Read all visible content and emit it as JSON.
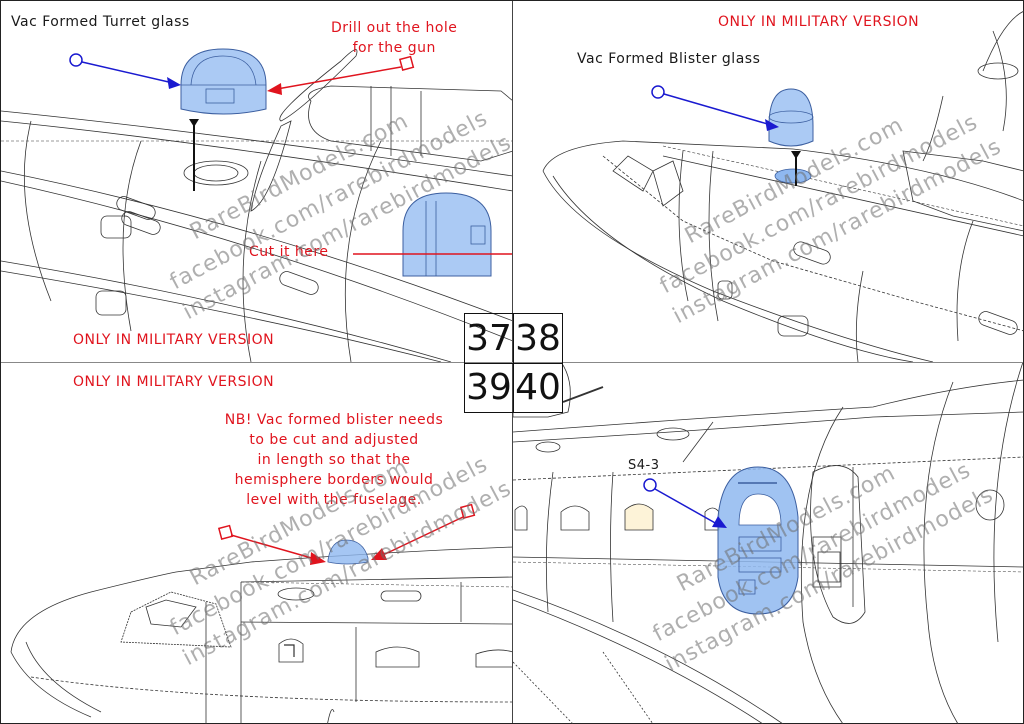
{
  "steps": [
    {
      "number": "37",
      "labels": {
        "part": "Vac Formed Turret glass",
        "drill_note_line1": "Drill out the hole",
        "drill_note_line2": "for the gun",
        "cut_note": "Cut it here",
        "version_note": "ONLY IN MILITARY VERSION"
      }
    },
    {
      "number": "38",
      "labels": {
        "version_note": "ONLY IN MILITARY VERSION",
        "part": "Vac Formed Blister glass"
      }
    },
    {
      "number": "39",
      "labels": {
        "version_note": "ONLY IN MILITARY VERSION",
        "nb_line1": "NB! Vac formed blister needs",
        "nb_line2": "to be cut and adjusted",
        "nb_line3": "in length so that the",
        "nb_line4": "hemisphere borders would",
        "nb_line5": "level with the fuselage."
      }
    },
    {
      "number": "40",
      "labels": {
        "part_code": "S4-3"
      }
    }
  ],
  "watermark": {
    "line1": "RareBirdModels.com",
    "line2": "facebook.com/rarebirdmodels",
    "line3": "instagram.com/rarebirdmodels"
  },
  "colors": {
    "annotation_red": "#e0141e",
    "pointer_blue": "#1a1ad0",
    "glass_blue": "#8fb8f0",
    "line_art": "#222222"
  },
  "icons": {
    "blue_pointer": "circle-ended-arrow",
    "red_pointer": "square-ended-arrow"
  }
}
